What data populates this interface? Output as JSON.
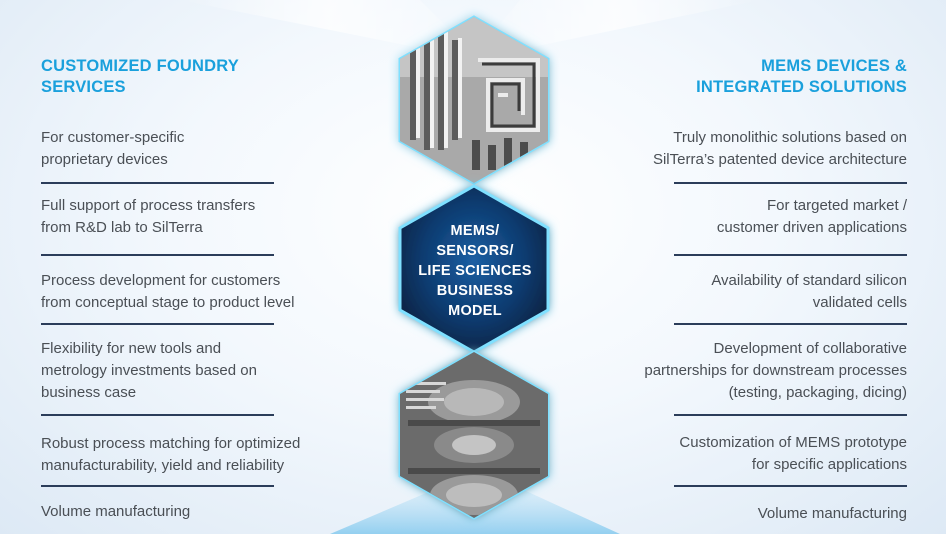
{
  "left": {
    "heading_line1": "CUSTOMIZED FOUNDRY",
    "heading_line2": "SERVICES",
    "items": [
      {
        "l1": "For customer-specific",
        "l2": "proprietary devices",
        "l3": ""
      },
      {
        "l1": "Full support of process transfers",
        "l2": "from R&D lab to SilTerra",
        "l3": ""
      },
      {
        "l1": "Process development for customers",
        "l2": "from conceptual stage to product level",
        "l3": ""
      },
      {
        "l1": "Flexibility for new tools and",
        "l2": "metrology investments based on",
        "l3": "business case"
      },
      {
        "l1": "Robust process matching for optimized",
        "l2": "manufacturability, yield and reliability",
        "l3": ""
      },
      {
        "l1": "Volume manufacturing",
        "l2": "",
        "l3": ""
      }
    ]
  },
  "right": {
    "heading_line1": "MEMS DEVICES &",
    "heading_line2": "INTEGRATED SOLUTIONS",
    "items": [
      {
        "l1": "Truly monolithic solutions based on",
        "l2": "SilTerra’s patented device architecture",
        "l3": ""
      },
      {
        "l1": "For targeted market /",
        "l2": "customer driven applications",
        "l3": ""
      },
      {
        "l1": "Availability of standard silicon",
        "l2": "validated cells",
        "l3": ""
      },
      {
        "l1": "Development of collaborative",
        "l2": "partnerships for downstream processes",
        "l3": "(testing, packaging, dicing)"
      },
      {
        "l1": "Customization of MEMS prototype",
        "l2": "for specific applications",
        "l3": ""
      },
      {
        "l1": "Volume manufacturing",
        "l2": "",
        "l3": ""
      }
    ]
  },
  "center": {
    "lines": [
      "MEMS/",
      "SENSORS/",
      "LIFE SCIENCES",
      "BUSINESS",
      "MODEL"
    ]
  },
  "colors": {
    "heading": "#1aa0dc",
    "body_text": "#4a4f55",
    "rule": "#2b3d5a",
    "hex_glow": "#3fc6ff",
    "hex_center": "#0d3a6e"
  }
}
